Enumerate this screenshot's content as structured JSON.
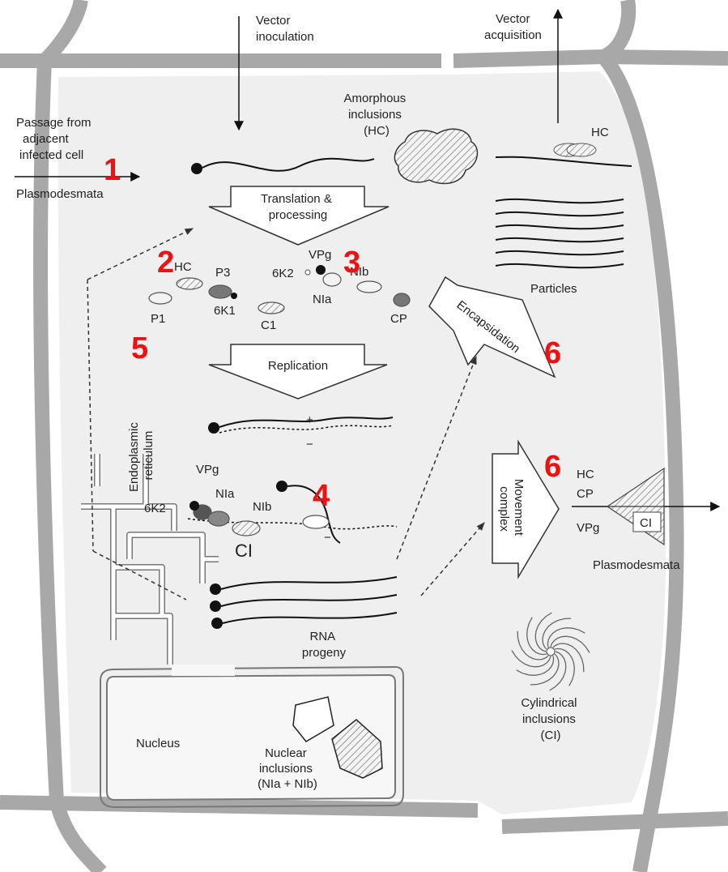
{
  "labels": {
    "vector_inoculation": [
      "Vector",
      "inoculation"
    ],
    "vector_acquisition": [
      "Vector",
      "acquisition"
    ],
    "passage": [
      "Passage from",
      "adjacent",
      "infected cell"
    ],
    "plasmodesmata_left": "Plasmodesmata",
    "amorphous": [
      "Amorphous",
      "inclusions",
      "(HC)"
    ],
    "hc_top": "HC",
    "translation": [
      "Translation &",
      "processing"
    ],
    "replication": "Replication",
    "particles": "Particles",
    "encapsidation": "Encapsidation",
    "movement": [
      "Movement",
      "complex"
    ],
    "er": [
      "Endoplasmic",
      "reticulum"
    ],
    "rna_progeny": [
      "RNA",
      "progeny"
    ],
    "nucleus": "Nucleus",
    "nuclear_inclusions": [
      "Nuclear",
      "inclusions",
      "(NIa + NIb)"
    ],
    "cylindrical": [
      "Cylindrical",
      "inclusions",
      "(CI)"
    ],
    "plasmodesmata_right": "Plasmodesmata",
    "plus": "+",
    "minus": "−"
  },
  "proteins": {
    "hc": "HC",
    "p3": "P3",
    "p1": "P1",
    "k1": "6K1",
    "c1": "C1",
    "k2": "6K2",
    "vpg": "VPg",
    "nia": "NIa",
    "nib": "NIb",
    "cp": "CP"
  },
  "er_proteins": {
    "vpg": "VPg",
    "k2": "6K2",
    "nia": "NIa",
    "nib": "NIb",
    "ci": "CI"
  },
  "movement_proteins": {
    "hc": "HC",
    "cp": "CP",
    "vpg": "VPg",
    "ci": "CI"
  },
  "step_numbers": {
    "n1": "1",
    "n2": "2",
    "n3": "3",
    "n4": "4",
    "n5": "5",
    "n6a": "6",
    "n6b": "6"
  },
  "colors": {
    "wall": "#a8a8a8",
    "cell": "#efefef",
    "step_number": "#ee1111",
    "protein_dark": "#777777"
  }
}
